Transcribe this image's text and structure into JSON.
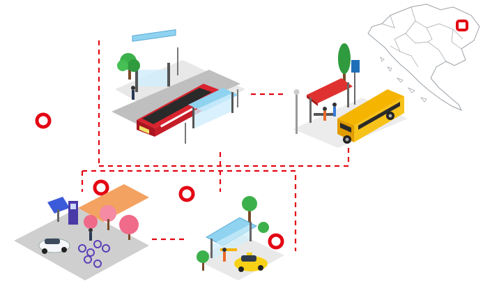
{
  "colors": {
    "accent": "#e30613",
    "tram": "#d9232e",
    "bus": "#f4b400",
    "taxi": "#f7d117",
    "shelter_glass": "#8fd3f0",
    "tree": "#3cb04a",
    "pink_tree": "#f06a8a",
    "ground": "#c9c9c9",
    "map_outline": "#9aa0a6"
  },
  "nodes": [
    {
      "name": "tram-stop-illustration",
      "icon": "tram-icon"
    },
    {
      "name": "bus-stop-illustration",
      "icon": "school-bus-icon"
    },
    {
      "name": "bike-station-illustration",
      "icon": "bike-sharing-icon"
    },
    {
      "name": "taxi-shelter-illustration",
      "icon": "taxi-icon"
    }
  ],
  "map": {
    "icon": "croatia-map-icon",
    "marker": "location-marker-icon"
  }
}
